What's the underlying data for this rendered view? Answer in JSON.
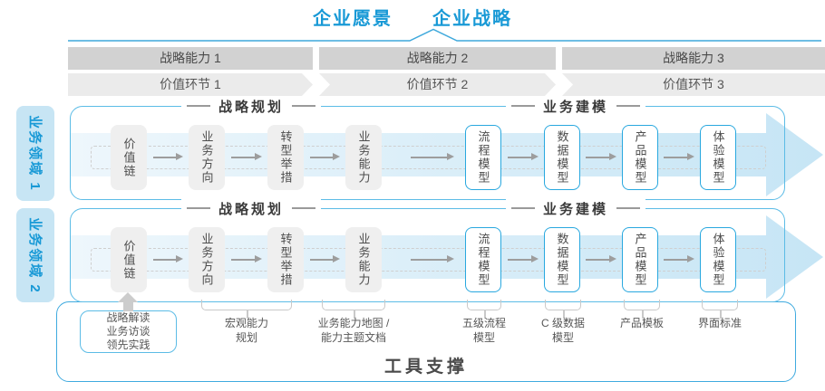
{
  "header": {
    "vision": "企业愿景",
    "strategy": "企业战略"
  },
  "capability_band": [
    "战略能力 1",
    "战略能力 2",
    "战略能力 3"
  ],
  "value_band": [
    "价值环节 1",
    "价值环节 2",
    "价值环节 3"
  ],
  "domains": [
    "业务领域 1",
    "业务领域 2"
  ],
  "sections": {
    "planning": "战略规划",
    "modeling": "业务建模"
  },
  "boxes": {
    "gray": [
      "价值链",
      "业务方向",
      "转型举措",
      "业务能力"
    ],
    "blue": [
      "流程模型",
      "数据模型",
      "产品模型",
      "体验模型"
    ]
  },
  "practice_box": [
    "战略解读",
    "业务访谈",
    "领先实践"
  ],
  "tool_labels": [
    [
      "宏观能力",
      "规划"
    ],
    [
      "业务能力地图 /",
      "能力主题文档"
    ],
    [
      "五级流程",
      "模型"
    ],
    [
      "C 级数据",
      "模型"
    ],
    [
      "产品模板"
    ],
    [
      "界面标准"
    ]
  ],
  "footer": {
    "tool_support": "工具支撑"
  },
  "colors": {
    "accent_blue": "#1899d6",
    "row_border": "#5cbce6",
    "box_border": "#29a8df",
    "band_dark": "#d2d2d2",
    "band_light": "#ebebeb",
    "domain_bg": "#c7e5f4",
    "arrow_fill_start": "#eef7fc",
    "arrow_fill_end": "#c6e5f5",
    "gray_box": "#efefef",
    "text_dark": "#4a4a4a"
  }
}
